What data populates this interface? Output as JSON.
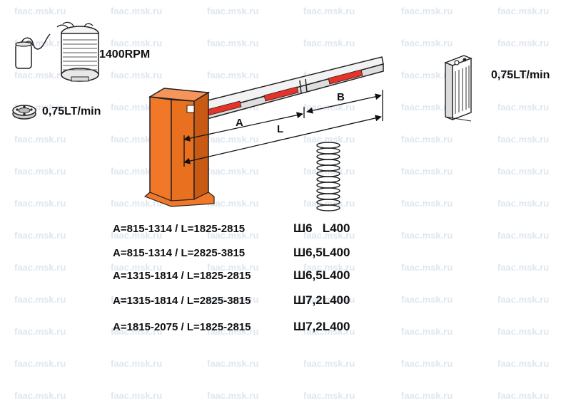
{
  "watermark": "faac.msk.ru",
  "motor": {
    "rpm_label": "1400RPM"
  },
  "pump": {
    "flow_label": "0,75LT/min"
  },
  "tank": {
    "flow_label": "0,75LT/min"
  },
  "boom_dimensions": {
    "a_label": "A",
    "b_label": "B",
    "l_label": "L"
  },
  "spring_table": [
    {
      "range": "A=815-1314 / L=1825-2815",
      "code": "Ш6   L400"
    },
    {
      "range": "A=815-1314 / L=2825-3815",
      "code": "Ш6,5L400"
    },
    {
      "range": "A=1315-1814 / L=1825-2815",
      "code": "Ш6,5L400"
    },
    {
      "range": "A=1315-1814 / L=2825-3815",
      "code": "Ш7,2L400"
    },
    {
      "range": "A=1815-2075 / L=1825-2815",
      "code": "Ш7,2L400"
    }
  ],
  "colors": {
    "cabinet": "#f07828",
    "reflector": "#e63228",
    "boom": "#f2f2f2",
    "watermark": "#dfe6ee"
  }
}
